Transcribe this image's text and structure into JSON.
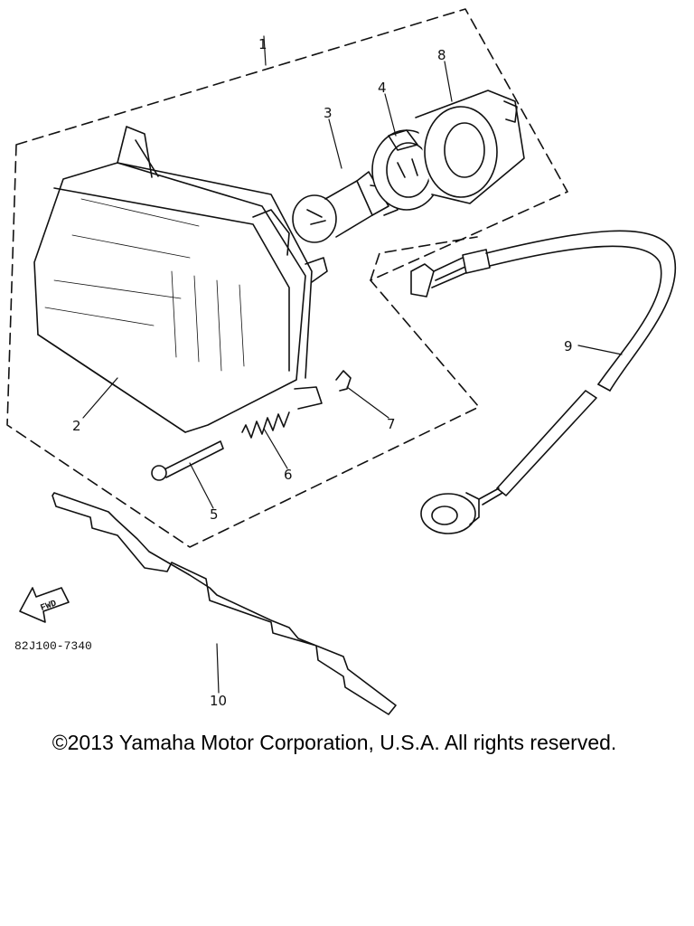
{
  "diagram": {
    "callouts": {
      "c1": "1",
      "c2": "2",
      "c3": "3",
      "c4": "4",
      "c5": "5",
      "c6": "6",
      "c7": "7",
      "c8": "8",
      "c9": "9",
      "c10": "10"
    },
    "direction_label": "FWD",
    "drawing_code": "82J100-7340"
  },
  "footer": {
    "copyright": "©2013 Yamaha Motor Corporation, U.S.A. All rights reserved."
  },
  "colors": {
    "line": "#111111",
    "background": "#ffffff"
  }
}
